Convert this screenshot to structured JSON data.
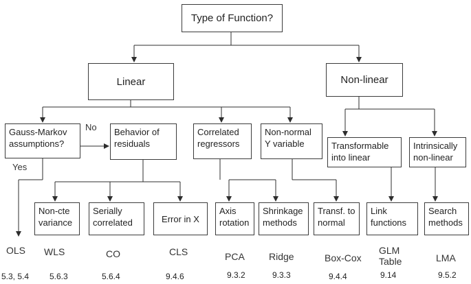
{
  "root": "Type of Function?",
  "linear": "Linear",
  "nonlinear": "Non-linear",
  "cat": {
    "gauss_markov": "Gauss-Markov assumptions?",
    "behavior": "Behavior of residuals",
    "correlated": "Correlated regressors",
    "nonnormal": "Non-normal Y variable",
    "transformable": "Transformable into linear",
    "intrinsic": "Intrinsically non-linear"
  },
  "edge": {
    "no": "No",
    "yes": "Yes"
  },
  "sub": {
    "noncte": "Non-cte variance",
    "serial": "Serially correlated",
    "errx": "Error in X",
    "axis": "Axis rotation",
    "shrink": "Shrinkage methods",
    "transf": "Transf. to normal",
    "link": "Link functions",
    "search": "Search methods"
  },
  "methods": [
    {
      "name": "OLS",
      "section": "5.3, 5.4"
    },
    {
      "name": "WLS",
      "section": "5.6.3"
    },
    {
      "name": "CO",
      "section": "5.6.4"
    },
    {
      "name": "CLS",
      "section": "9.4.6"
    },
    {
      "name": "PCA",
      "section": "9.3.2"
    },
    {
      "name": "Ridge",
      "section": "9.3.3"
    },
    {
      "name": "Box-Cox",
      "section": "9.4.4"
    },
    {
      "name": "GLM Table",
      "section": "9.14"
    },
    {
      "name": "LMA",
      "section": "9.5.2"
    }
  ]
}
